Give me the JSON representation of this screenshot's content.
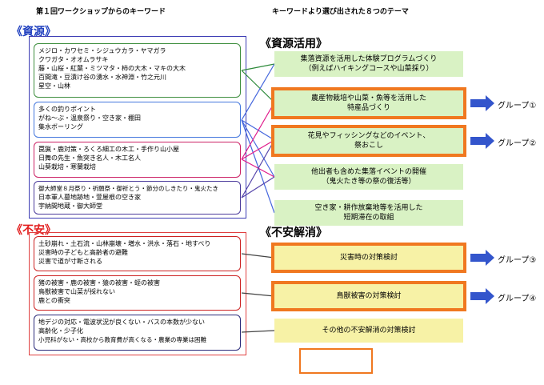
{
  "headers": {
    "left": "第１回ワークショップからのキーワード",
    "right": "キーワードより選び出された８つのテーマ"
  },
  "sections": {
    "resource": "《資源》",
    "anxiety": "《不安》",
    "resource_use": "《資源活用》",
    "anxiety_relief": "《不安解消》"
  },
  "keyword_boxes": [
    {
      "lines": [
        "メジロ・カワセミ・シジュウカラ・ヤマガラ",
        "クワガタ・オオムラサキ",
        "藤・山桜・紅葉・ミツマタ・柿の大木・マキの大木",
        "百間滝・豆漬け谷の湧水・水神淵・竹之元川",
        "星空・山林"
      ]
    },
    {
      "lines": [
        "多くの釣りポイント",
        "がね～ぶ・温泉祭り・空き家・棚田",
        "集水ボーリング"
      ]
    },
    {
      "lines": [
        "罠猟・鹿対策・ろくろ細工の木工・手作り山小屋",
        "日舞の先生・魚突き名人・木工名人",
        "山葵栽培・寒蘭栽培"
      ]
    },
    {
      "lines": [
        "御大師堂８月祭り・祈願祭・御祈とう・節分のしきたり・鬼火たき",
        "日本軍人墓地跡地・萱屋根の空き家",
        "宇納間地蔵・御大師堂"
      ]
    },
    {
      "lines": [
        "土砂崩れ・土石流・山林崩壊・増水・洪水・落石・地すべり",
        "災害時の子どもと高齢者の避難",
        "災害で道が寸断される"
      ]
    },
    {
      "lines": [
        "猪の被害・鹿の被害・猿の被害・蛭の被害",
        "鳥獣被害で山菜が採れない",
        "鹿との衝突"
      ]
    },
    {
      "lines": [
        "地デジの対応・電波状況が良くない・バスの本数が少ない",
        "高齢化・少子化",
        "小児科がない・高校から教育費が高くなる・農業の専業は困難"
      ]
    }
  ],
  "themes": [
    {
      "lines": [
        "集落資源を活用した体験プログラムづくり",
        "（例えばハイキングコースや山菜採り）"
      ]
    },
    {
      "lines": [
        "農産物栽培や山菜・魚等を活用した",
        "特産品づくり"
      ]
    },
    {
      "lines": [
        "花見やフィッシングなどのイベント、",
        "祭おこし"
      ]
    },
    {
      "lines": [
        "他出者も含めた集落イベントの開催",
        "（鬼火たき等の祭の復活等）"
      ]
    },
    {
      "lines": [
        "空き家・耕作放棄地等を活用した",
        "短期滞在の取組"
      ]
    },
    {
      "lines": [
        "災害時の対策検討"
      ]
    },
    {
      "lines": [
        "鳥獣被害の対策検討"
      ]
    },
    {
      "lines": [
        "その他の不安解消の対策検討"
      ]
    }
  ],
  "groups": [
    "グループ①",
    "グループ②",
    "グループ③",
    "グループ④"
  ],
  "colors": {
    "arrow": "#3355cc",
    "highlight": "#f07820"
  }
}
